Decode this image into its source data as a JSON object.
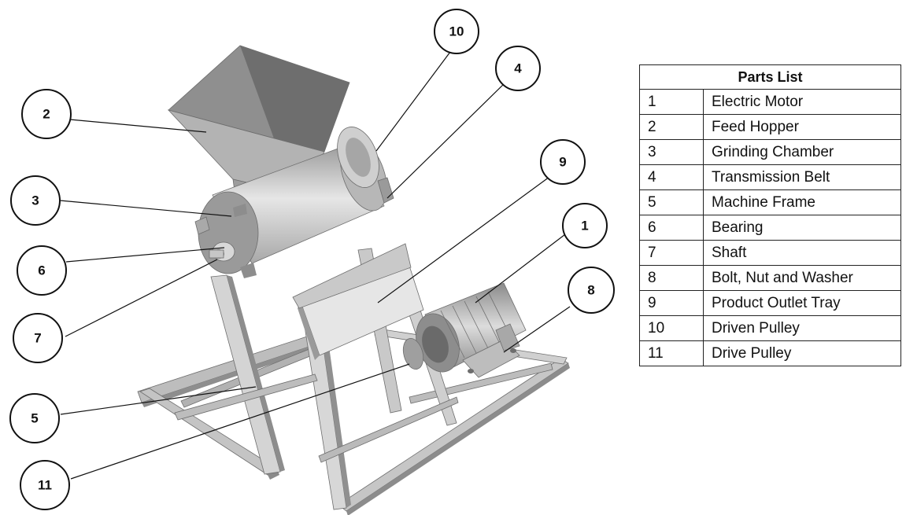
{
  "diagram": {
    "callouts": [
      {
        "num": "10"
      },
      {
        "num": "4"
      },
      {
        "num": "2"
      },
      {
        "num": "9"
      },
      {
        "num": "3"
      },
      {
        "num": "1"
      },
      {
        "num": "6"
      },
      {
        "num": "8"
      },
      {
        "num": "7"
      },
      {
        "num": "5"
      },
      {
        "num": "11"
      }
    ]
  },
  "parts_list": {
    "title": "Parts List",
    "rows": [
      {
        "no": "1",
        "name": "Electric Motor"
      },
      {
        "no": "2",
        "name": "Feed Hopper"
      },
      {
        "no": "3",
        "name": "Grinding Chamber"
      },
      {
        "no": "4",
        "name": "Transmission Belt"
      },
      {
        "no": "5",
        "name": "Machine Frame"
      },
      {
        "no": "6",
        "name": "Bearing"
      },
      {
        "no": "7",
        "name": "Shaft"
      },
      {
        "no": "8",
        "name": "Bolt, Nut and Washer"
      },
      {
        "no": "9",
        "name": "Product Outlet Tray"
      },
      {
        "no": "10",
        "name": "Driven Pulley"
      },
      {
        "no": "11",
        "name": "Drive Pulley"
      }
    ]
  },
  "colors": {
    "metal_light": "#e4e4e4",
    "metal_mid": "#b9b9b9",
    "metal_dark": "#7f7f7f",
    "outline": "#111111"
  }
}
